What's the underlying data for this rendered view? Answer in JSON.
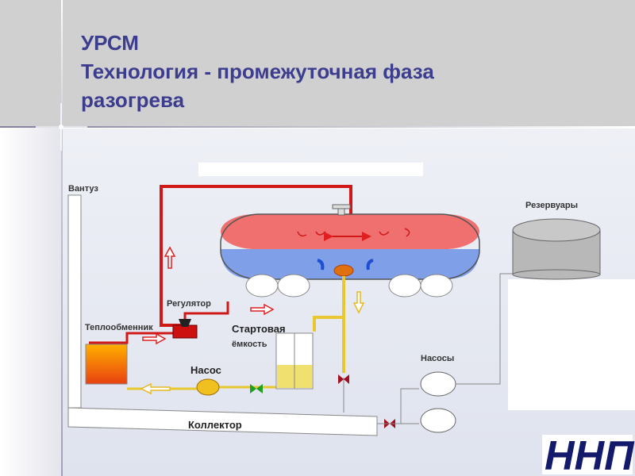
{
  "slide": {
    "title_lines": [
      "УРСМ",
      "Технология - промежуточная фаза",
      "разогрева"
    ]
  },
  "labels": {
    "ventuz": "Вантуз",
    "reservoirs": "Резервуары",
    "regulator": "Регулятор",
    "heat_exchanger": "Теплообменник",
    "start_tank_line1": "Стартовая",
    "start_tank_line2": "ёмкость",
    "pump": "Насос",
    "pumps": "Насосы",
    "collector": "Коллектор"
  },
  "colors": {
    "title": "#3d3d8f",
    "hot_pipe": "#d01818",
    "yellow_pipe": "#e8c830",
    "tank_top": "#f07070",
    "tank_bottom": "#7fa0e8"
  },
  "logo": {
    "text": "ННП"
  }
}
